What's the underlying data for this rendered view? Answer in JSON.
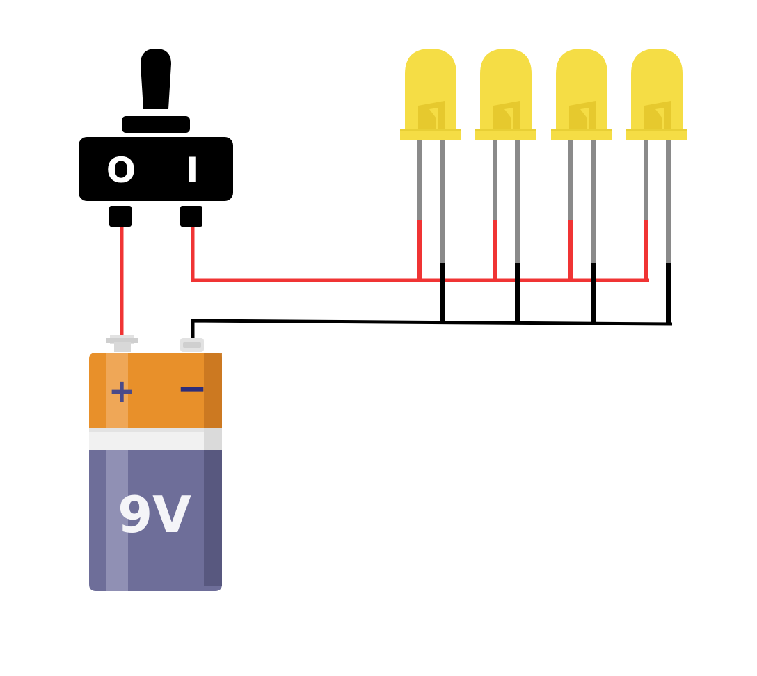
{
  "switch": {
    "off_label": "O",
    "on_label": "I"
  },
  "battery": {
    "voltage_label": "9V",
    "positive_symbol": "+",
    "negative_symbol": "−"
  },
  "leds": {
    "count": 4,
    "color": "#f5dd45",
    "icon": "led-icon"
  },
  "colors": {
    "positive_wire": "#f03434",
    "negative_wire": "#000000",
    "switch_body": "#000000",
    "battery_top": "#e8902a",
    "battery_body": "#6e6e99",
    "led_leg": "#8a8a8a"
  }
}
